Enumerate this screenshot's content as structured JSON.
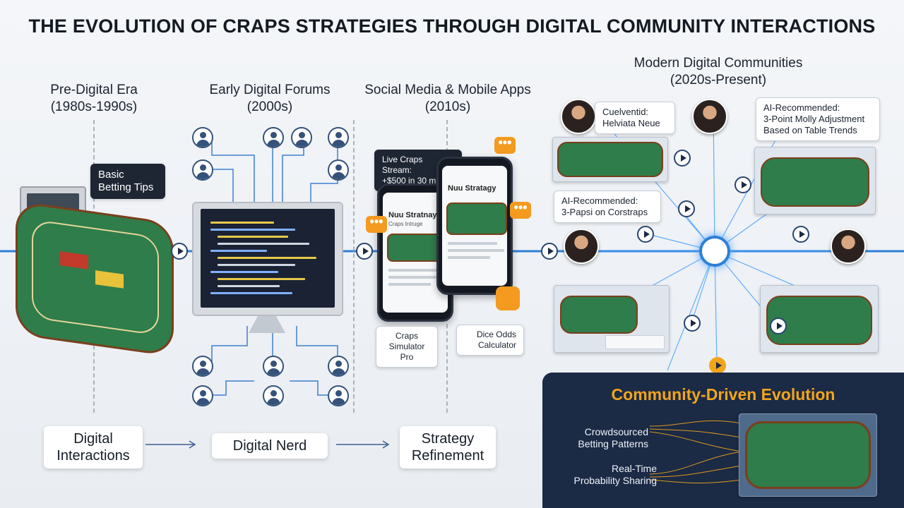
{
  "title": "THE EVOLUTION OF CRAPS STRATEGIES THROUGH DIGITAL COMMUNITY INTERACTIONS",
  "eras": [
    {
      "name": "Pre-Digital Era",
      "years": "(1980s-1990s)"
    },
    {
      "name": "Early Digital Forums",
      "years": "(2000s)"
    },
    {
      "name": "Social Media & Mobile Apps",
      "years": "(2010s)"
    },
    {
      "name": "Modern Digital Communities",
      "years": "(2020s-Present)"
    }
  ],
  "pre_digital": {
    "bubble": "Basic\nBetting Tips"
  },
  "social": {
    "stream_bubble": "Live Craps Stream:\n+$500 in 30 mins!",
    "app1": "Craps\nSimulator Pro",
    "app2": "Dice Odds\nCalculator",
    "phone1_title": "Nuu Stratnay",
    "phone1_sub": "Craps Intruge",
    "phone2_title": "Nuu Stratagy"
  },
  "modern": {
    "user_bubble": "Cuelventid:\nHelviata Neue",
    "ai_bubble_1": "AI-Recommended:\n3-Point Molly Adjustment\nBased on Table Trends",
    "ai_bubble_2": "AI-Recommended:\n3-Papsi on Corstraps",
    "community_title": "Community-Driven Evolution",
    "labels": [
      "Crowdsourced\nBetting Patterns",
      "Real-Time\nProbability Sharing"
    ]
  },
  "bottom_flow": [
    "Digital\nInteractions",
    "Digital Nerd",
    "Strategy\nRefinement"
  ],
  "colors": {
    "accent_orange": "#f2a51c",
    "dark_navy": "#1b2a45",
    "felt_green": "#2e7d4a",
    "line_blue": "#2f7fd6"
  }
}
